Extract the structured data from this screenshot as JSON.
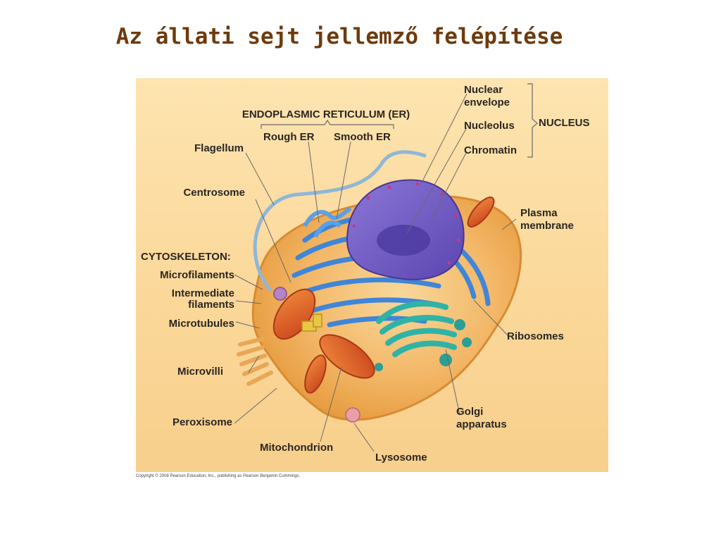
{
  "slide": {
    "title": "Az állati sejt jellemző felépítése"
  },
  "diagram": {
    "groups": {
      "er": "ENDOPLASMIC RETICULUM (ER)",
      "nucleus": "NUCLEUS",
      "cytoskeleton": "CYTOSKELETON:"
    },
    "labels": {
      "rough_er": "Rough ER",
      "smooth_er": "Smooth ER",
      "flagellum": "Flagellum",
      "centrosome": "Centrosome",
      "microfilaments": "Microfilaments",
      "intermediate_filaments_1": "Intermediate",
      "intermediate_filaments_2": "filaments",
      "microtubules": "Microtubules",
      "microvilli": "Microvilli",
      "peroxisome": "Peroxisome",
      "mitochondrion": "Mitochondrion",
      "lysosome": "Lysosome",
      "golgi_1": "Golgi",
      "golgi_2": "apparatus",
      "ribosomes": "Ribosomes",
      "plasma_membrane_1": "Plasma",
      "plasma_membrane_2": "membrane",
      "nuclear_envelope_1": "Nuclear",
      "nuclear_envelope_2": "envelope",
      "nucleolus": "Nucleolus",
      "chromatin": "Chromatin"
    },
    "colors": {
      "background": "#fbd89a",
      "cell_body": "#f2b35c",
      "er": "#3f86d8",
      "nucleus": "#7a64c8",
      "golgi": "#2fb3a6",
      "mitochondrion": "#e0672c",
      "leader_line": "#6a6a6a"
    }
  },
  "footer": {
    "copyright": "Copyright © 2008 Pearson Education, Inc., publishing as Pearson Benjamin Cummings."
  }
}
